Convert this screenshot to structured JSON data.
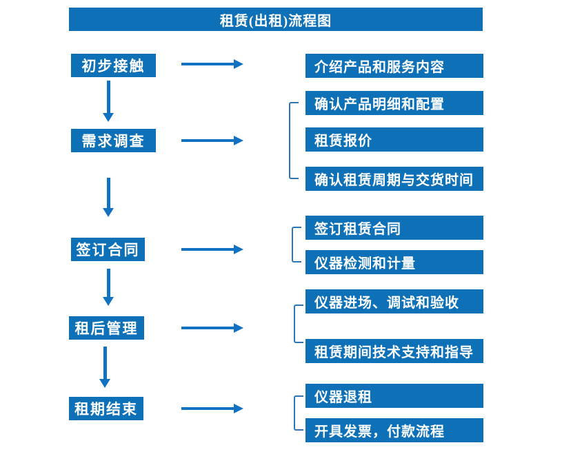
{
  "flowchart": {
    "title": "租赁(出租)流程图",
    "colors": {
      "box_blue": "#0E71B8",
      "arrow_blue": "#1272C2",
      "bracket_blue": "#2E75B6",
      "text_color": "#FFFFFF",
      "background": "#FFFFFF"
    },
    "stages": [
      {
        "id": "initial-contact",
        "label": "初步接触"
      },
      {
        "id": "demand-survey",
        "label": "需求调查"
      },
      {
        "id": "sign-contract",
        "label": "签订合同"
      },
      {
        "id": "post-rental-management",
        "label": "租后管理"
      },
      {
        "id": "rental-period-end",
        "label": "租期结束"
      }
    ],
    "details": [
      {
        "id": "intro-products-services",
        "label": "介绍产品和服务内容",
        "stage": "initial-contact"
      },
      {
        "id": "confirm-product-details",
        "label": "确认产品明细和配置",
        "stage": "demand-survey"
      },
      {
        "id": "rental-quotation",
        "label": "租赁报价",
        "stage": "demand-survey"
      },
      {
        "id": "confirm-period-delivery",
        "label": "确认租赁周期与交货时间",
        "stage": "demand-survey"
      },
      {
        "id": "sign-rental-contract",
        "label": "签订租赁合同",
        "stage": "sign-contract"
      },
      {
        "id": "instrument-testing",
        "label": "仪器检测和计量",
        "stage": "sign-contract"
      },
      {
        "id": "instrument-setup",
        "label": "仪器进场、调试和验收",
        "stage": "post-rental-management"
      },
      {
        "id": "tech-support",
        "label": "租赁期间技术支持和指导",
        "stage": "post-rental-management"
      },
      {
        "id": "instrument-return",
        "label": "仪器退租",
        "stage": "rental-period-end"
      },
      {
        "id": "invoice-payment",
        "label": "开具发票，付款流程",
        "stage": "rental-period-end"
      }
    ]
  }
}
